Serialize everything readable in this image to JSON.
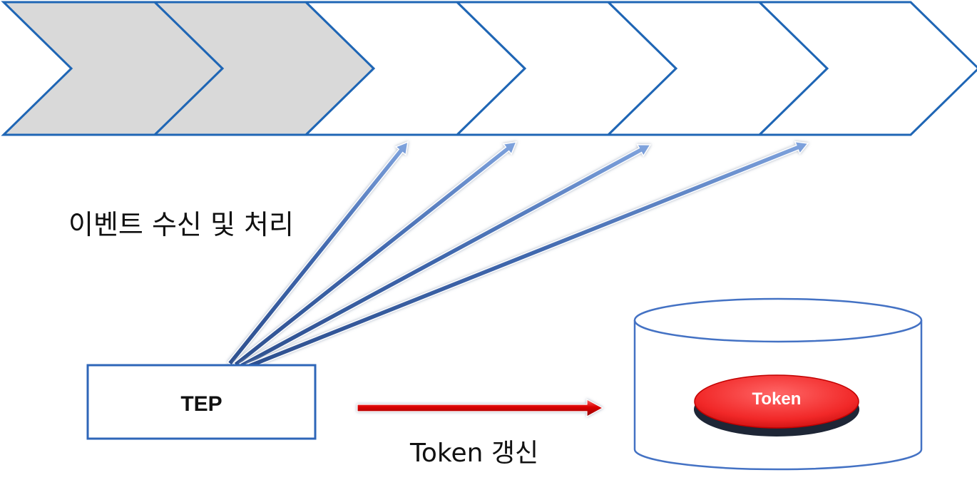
{
  "diagram": {
    "process_steps": [
      {
        "id": "step-1",
        "state": "completed"
      },
      {
        "id": "step-2",
        "state": "completed"
      },
      {
        "id": "step-3",
        "state": "pending"
      },
      {
        "id": "step-4",
        "state": "pending"
      },
      {
        "id": "step-5",
        "state": "pending"
      },
      {
        "id": "step-6",
        "state": "pending"
      }
    ],
    "event_label": "이벤트 수신 및 처리",
    "tep_label": "TEP",
    "token_update_label": "Token 갱신",
    "token_label": "Token",
    "colors": {
      "outline": "#1f66b5",
      "completed_fill": "#d9d9d9",
      "pending_fill": "#ffffff",
      "event_arrow": "#4a72b8",
      "token_arrow": "#d40000",
      "token_button": "#ef2f2f",
      "db_outline": "#4472c4"
    }
  }
}
